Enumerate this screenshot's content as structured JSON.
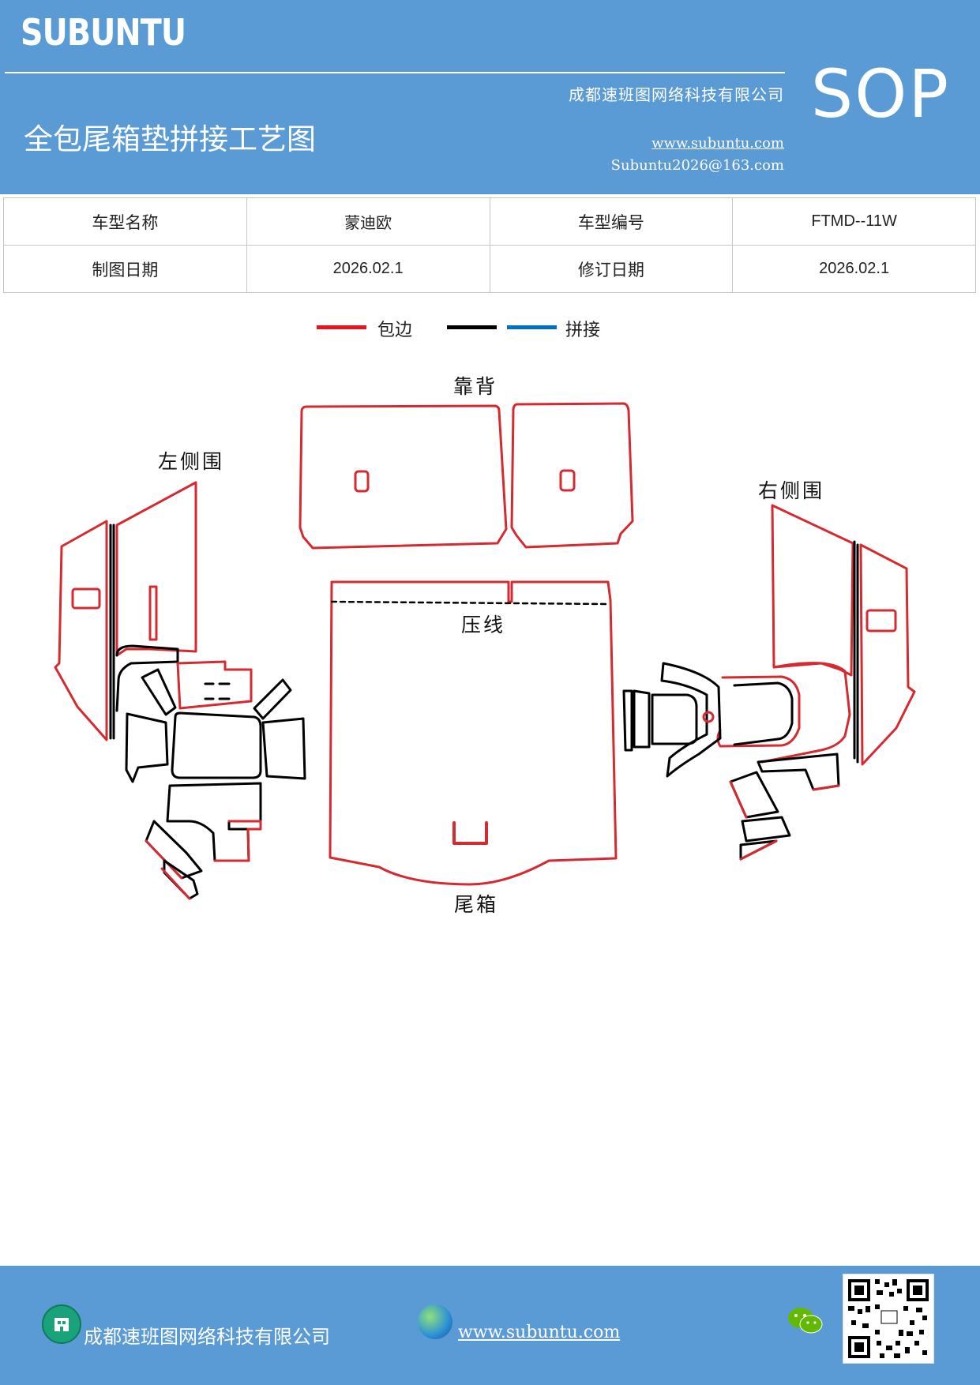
{
  "header": {
    "brand": "SUBUNTU",
    "company": "成都速班图网络科技有限公司",
    "title": "全包尾箱垫拼接工艺图",
    "website": "www.subuntu.com",
    "email": "Subuntu2026@163.com",
    "badge": "SOP"
  },
  "info_table": {
    "rows": [
      [
        "车型名称",
        "蒙迪欧",
        "车型编号",
        "FTMD--11W"
      ],
      [
        "制图日期",
        "2026.02.1",
        "修订日期",
        "2026.02.1"
      ]
    ]
  },
  "legend": {
    "items": [
      {
        "label": "包边",
        "color": "#e8141c"
      },
      {
        "label": "",
        "color": "#000000"
      },
      {
        "label": "拼接",
        "color": "#0070c0"
      }
    ]
  },
  "diagram": {
    "labels": {
      "backrest": "靠背",
      "left_side": "左侧围",
      "right_side": "右侧围",
      "press_line": "压线",
      "trunk": "尾箱"
    },
    "colors": {
      "edge": "#d42a32",
      "seam": "#000000",
      "stitch": "#0070c0"
    }
  },
  "footer": {
    "company": "成都速班图网络科技有限公司",
    "website": "www.subuntu.com",
    "icons": [
      "building-icon",
      "globe-icon",
      "wechat-icon",
      "qr-code"
    ]
  }
}
